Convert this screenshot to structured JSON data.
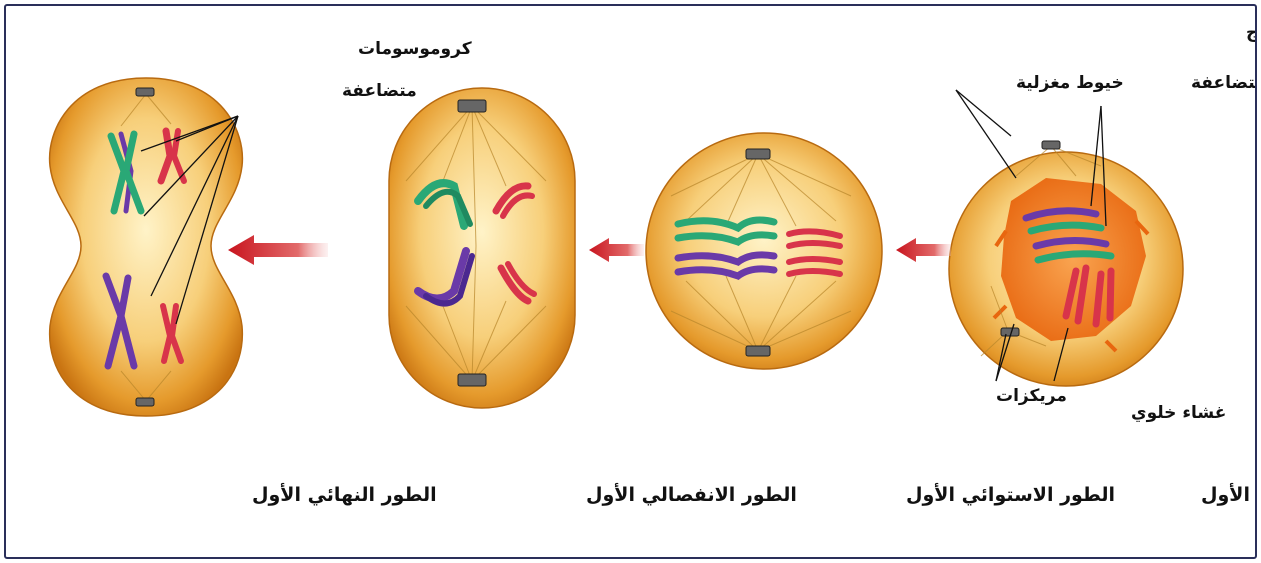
{
  "stages": [
    {
      "id": "prophase1",
      "caption": "الطور التمهيدي الأول"
    },
    {
      "id": "metaphase1",
      "caption": "الطور الاستوائي الأول"
    },
    {
      "id": "anaphase1",
      "caption": "الطور الانفصالي الأول"
    },
    {
      "id": "telophase1",
      "caption": "الطور النهائي الأول"
    }
  ],
  "labels": {
    "homologous_pairs": "كروموسومات أزواج",
    "tetrads": "متضاعفة",
    "spindle_fibers": "خيوط مغزلية",
    "centrioles": "مريكزات",
    "cell_membrane": "غشاء خلوي",
    "telophase_chromosomes_line1": "كروموسومات",
    "telophase_chromosomes_line2": "متضاعفة"
  },
  "colors": {
    "cytoplasm_center": "#fff3c8",
    "cytoplasm_edge": "#d9861c",
    "nucleus": "#f07a1a",
    "arrow": "#c8141e",
    "chromosome_green": "#2aa876",
    "chromosome_purple": "#6a3aa8",
    "chromosome_red": "#d8344a",
    "frame": "#2a2f5a"
  }
}
